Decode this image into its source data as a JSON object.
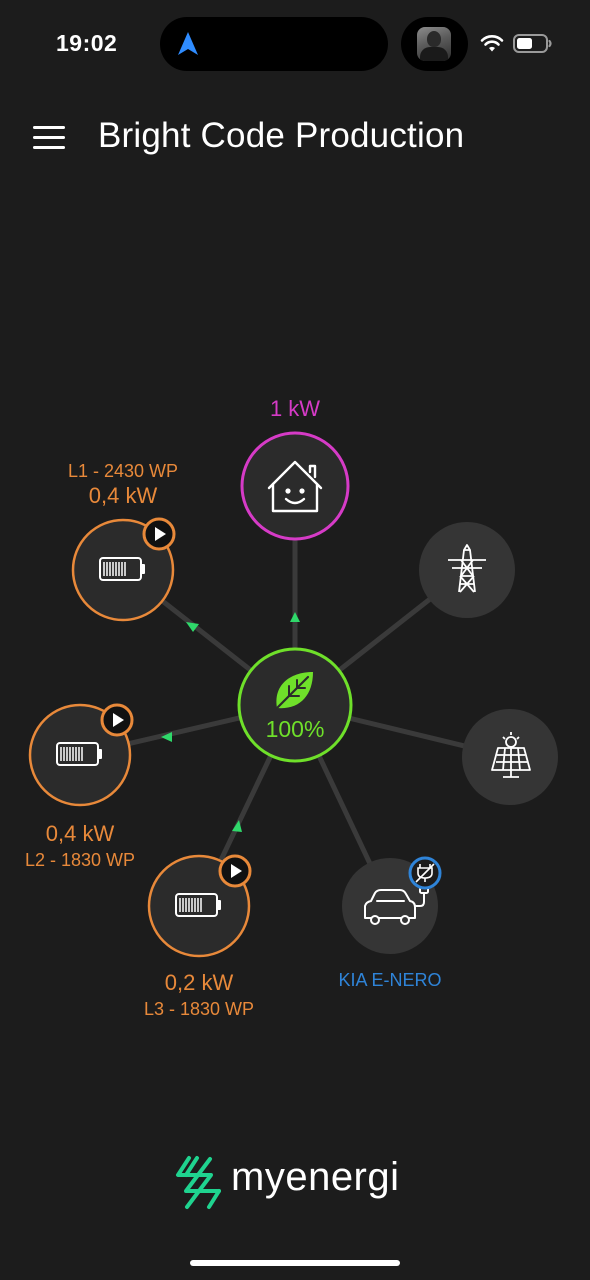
{
  "status_bar": {
    "time": "19:02"
  },
  "header": {
    "title": "Bright Code Production"
  },
  "hub": {
    "percent": "100%",
    "color": "#6fe02a"
  },
  "home": {
    "power": "1 kW",
    "color": "#d63bc7"
  },
  "batteries": [
    {
      "name": "L1 - 2430 WP",
      "power": "0,4 kW"
    },
    {
      "name": "L2 - 1830 WP",
      "power": "0,4 kW"
    },
    {
      "name": "L3 - 1830 WP",
      "power": "0,2 kW"
    }
  ],
  "battery_color": "#e8893a",
  "car": {
    "name": "KIA E-NERO",
    "color": "#2f84d8"
  },
  "icons": {
    "grid": "power-pylon-icon",
    "solar": "solar-panel-icon",
    "home": "house-smile-icon",
    "hub": "leaf-icon",
    "car": "car-plug-icon",
    "charger_status": "unplugged-icon",
    "play": "play-icon"
  },
  "brand": {
    "name": "myenergi",
    "accent": "#1fd38f"
  }
}
